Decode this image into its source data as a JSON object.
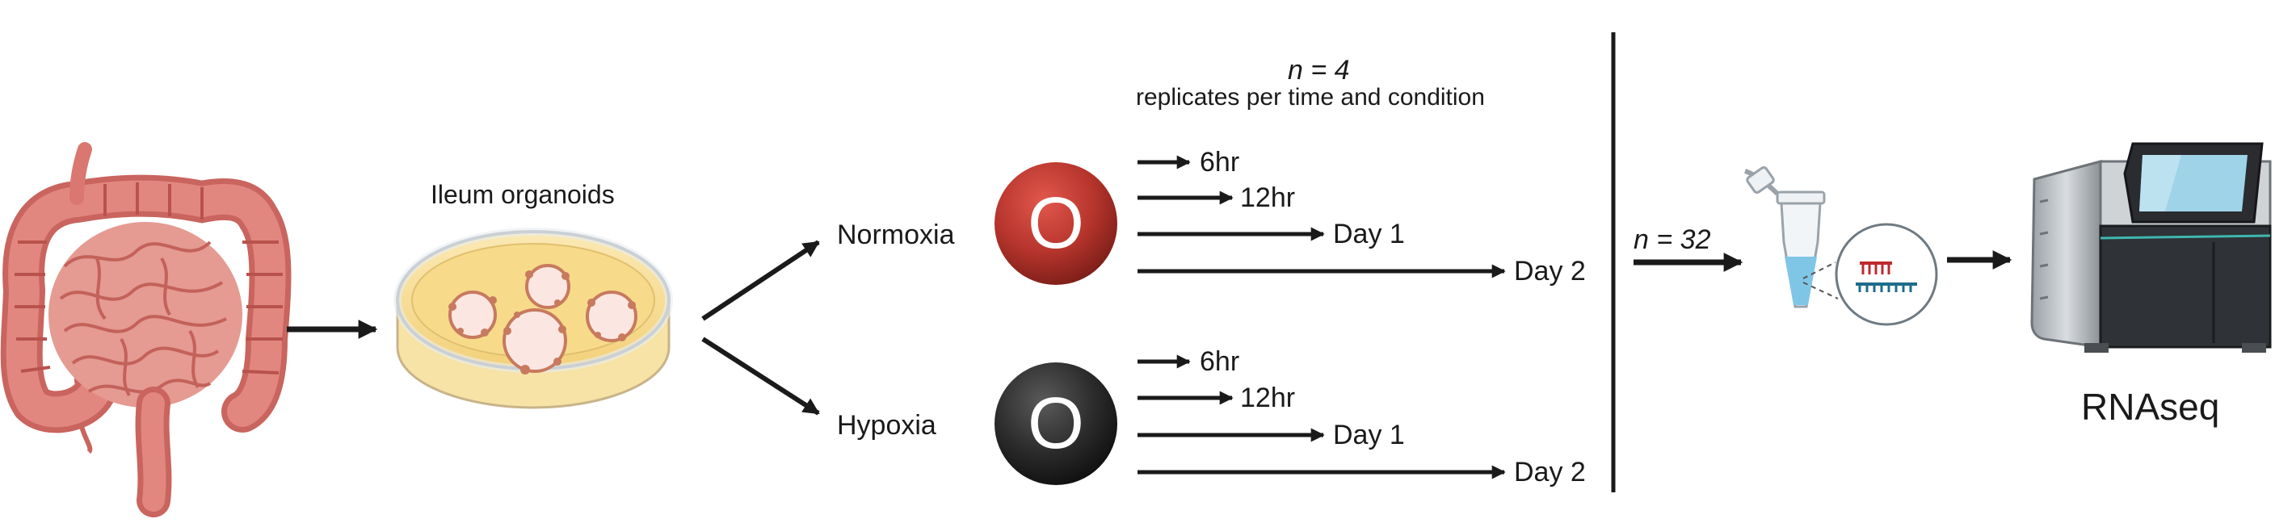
{
  "sample": {
    "organoids_label": "Ileum organoids"
  },
  "conditions": [
    {
      "name": "Normoxia",
      "marker": "O",
      "color": "#b5342c"
    },
    {
      "name": "Hypoxia",
      "marker": "O",
      "color": "#2b2b2b"
    }
  ],
  "timepoints": [
    "6hr",
    "12hr",
    "Day 1",
    "Day 2"
  ],
  "replicates": {
    "n": "n = 4",
    "text": "replicates per time and condition"
  },
  "total": {
    "n": "n = 32"
  },
  "output": {
    "label": "RNAseq"
  },
  "icons": [
    "intestine-icon",
    "petri-dish-icon",
    "tube-icon",
    "sequencer-icon"
  ]
}
